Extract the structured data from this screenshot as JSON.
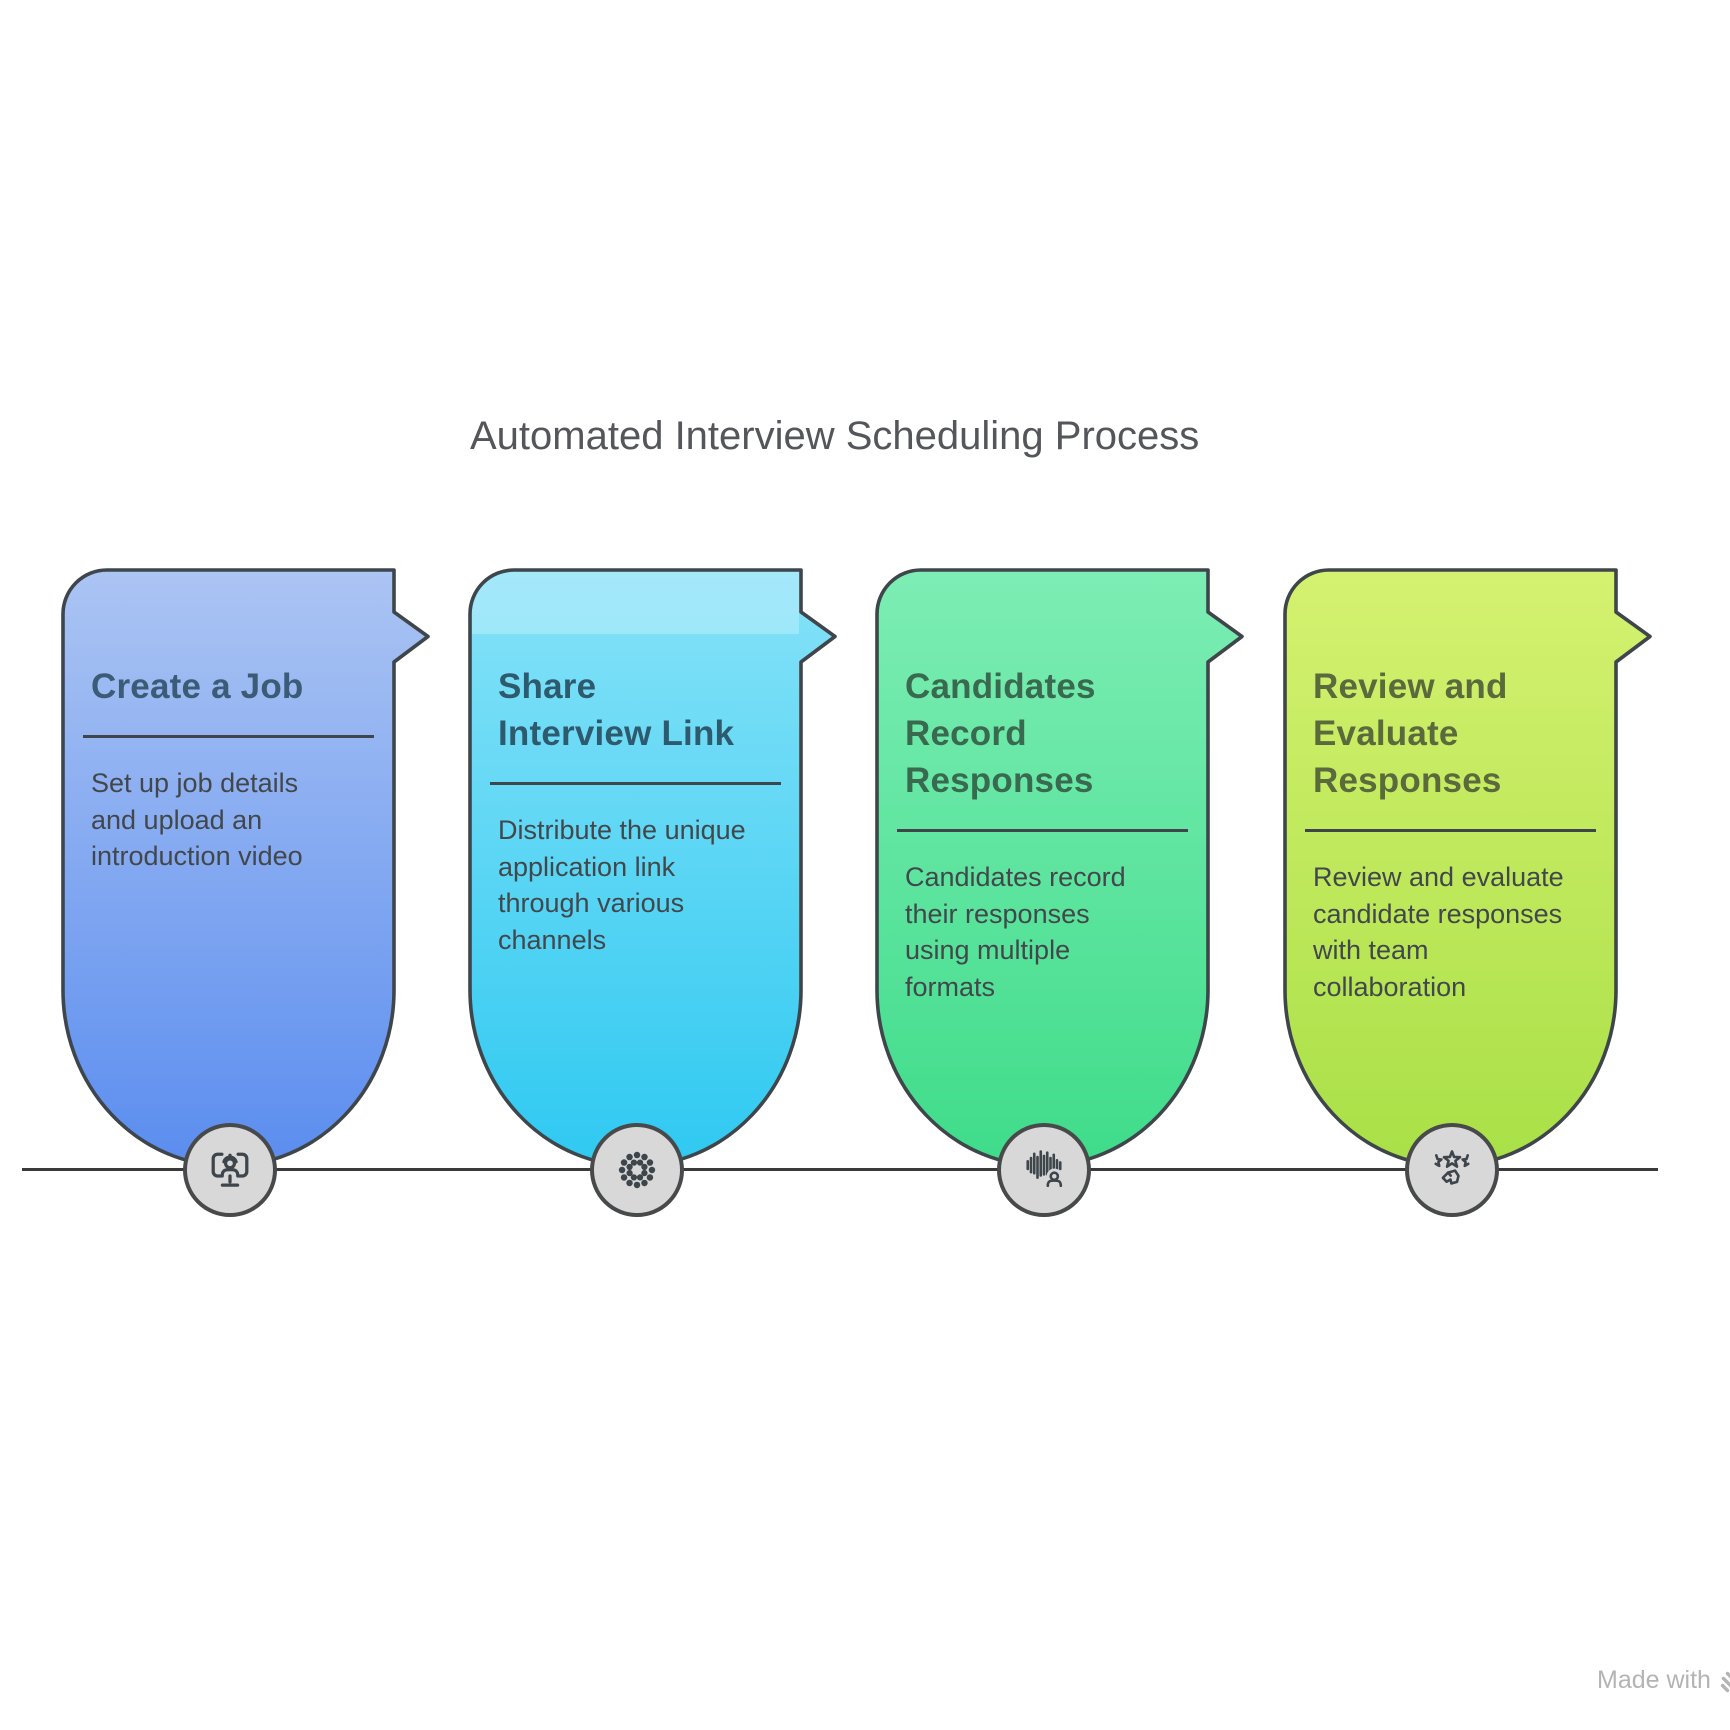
{
  "page": {
    "title": "Automated Interview Scheduling Process",
    "background": "#ffffff"
  },
  "colors": {
    "outline": "#3F464B",
    "timeline": "#3A3A3C",
    "node_fill": "#D8D8D8",
    "node_border": "#47494B",
    "description_text": "#42474B",
    "heading_text": "#54565A",
    "watermark_text": "#B4B4B6"
  },
  "steps": [
    {
      "id": 1,
      "title": "Create a Job",
      "description": "Set up job details\nand upload an\nintroduction video",
      "icon": "video-interview-icon",
      "gradient_top": "#ABC4F3",
      "gradient_bottom": "#5B8DEF",
      "title_color": "#3C5B76"
    },
    {
      "id": 2,
      "title": "Share\nInterview Link",
      "description": "Distribute the unique\napplication link\nthrough various\nchannels",
      "icon": "dots-cluster-icon",
      "gradient_top": "#86E2F8",
      "gradient_bottom": "#2FC9F1",
      "title_color": "#2E5A6E"
    },
    {
      "id": 3,
      "title": "Candidates\nRecord\nResponses",
      "description": "Candidates record\ntheir responses\nusing multiple\nformats",
      "icon": "waveform-person-icon",
      "gradient_top": "#7DEDB4",
      "gradient_bottom": "#3FDC8A",
      "title_color": "#39694F"
    },
    {
      "id": 4,
      "title": "Review and\nEvaluate\nResponses",
      "description": "Review and evaluate\ncandidate responses\nwith team\ncollaboration",
      "icon": "stars-rating-icon",
      "gradient_top": "#D5F170",
      "gradient_bottom": "#A9E047",
      "title_color": "#5A6A3C"
    }
  ],
  "watermark": {
    "text": "Made with",
    "logo": "napkin-logo"
  }
}
